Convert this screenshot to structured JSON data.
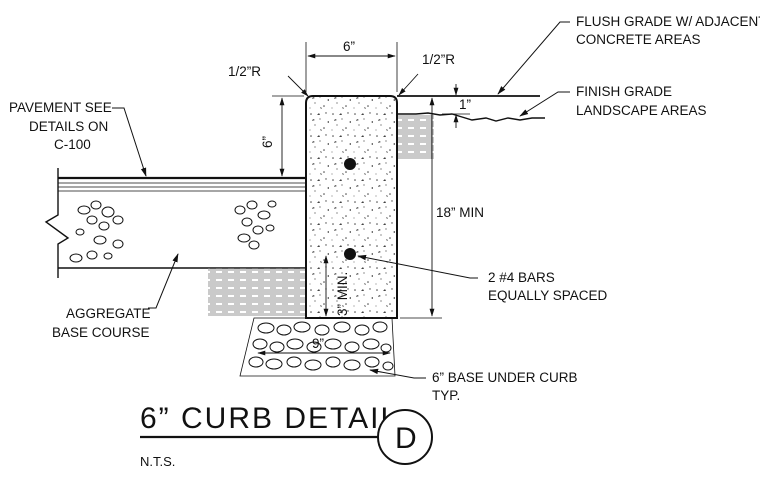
{
  "detail": {
    "title": "6” CURB DETAIL",
    "scale_note": "N.T.S.",
    "tag": "D"
  },
  "dimensions": {
    "top_width": "6”",
    "radius_left": "1/2”R",
    "radius_right": "1/2”R",
    "step_height": "1”",
    "pavement_depth": "6”",
    "total_height": "18” MIN",
    "bar_cover": "3” MIN.",
    "base_width": "9”"
  },
  "callouts": {
    "flush_grade": [
      "FLUSH GRADE W/ ADJACENT",
      "CONCRETE AREAS"
    ],
    "finish_grade": [
      "FINISH GRADE",
      "LANDSCAPE AREAS"
    ],
    "pavement": [
      "PAVEMENT SEE",
      "DETAILS ON",
      "C-100"
    ],
    "bars": [
      "2 #4 BARS",
      "EQUALLY SPACED"
    ],
    "aggregate": [
      "AGGREGATE",
      "BASE COURSE"
    ],
    "base_under_curb": [
      "6” BASE UNDER CURB",
      "TYP."
    ]
  }
}
